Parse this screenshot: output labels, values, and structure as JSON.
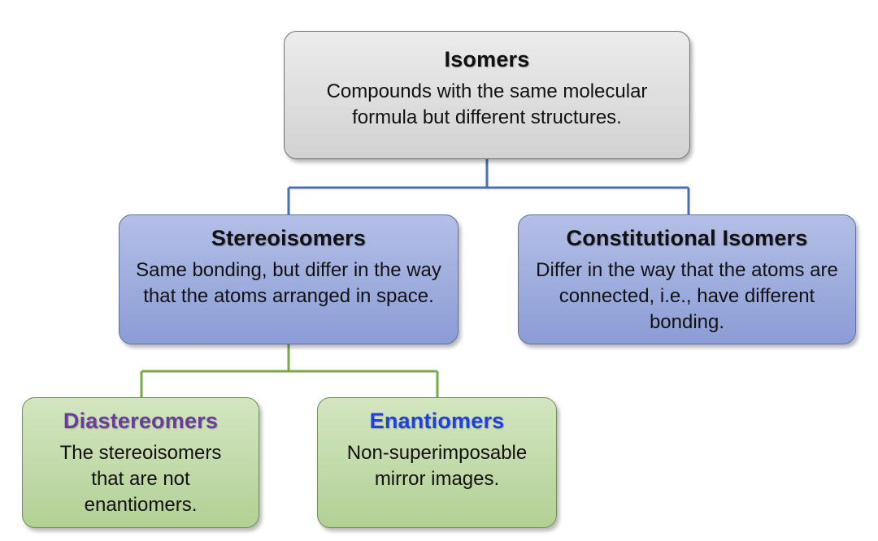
{
  "colors": {
    "root_fill": "#dcdcdc",
    "stereo_fill": "#9eaee0",
    "leaf_fill": "#c3dba9",
    "blue_connector": "#4a6db5",
    "green_connector": "#7aa84a",
    "diastereomers_title": "#6a3c9c",
    "enantiomers_title": "#1f3fe0"
  },
  "nodes": {
    "isomers": {
      "title": "Isomers",
      "desc": "Compounds with the same molecular formula but different structures."
    },
    "stereoisomers": {
      "title": "Stereoisomers",
      "desc": "Same bonding, but differ in the way that the atoms arranged in space."
    },
    "constitutional": {
      "title": "Constitutional Isomers",
      "desc": "Differ in the way that the atoms are connected, i.e., have different bonding."
    },
    "diastereomers": {
      "title": "Diastereomers",
      "desc": "The stereoisomers that are not enantiomers."
    },
    "enantiomers": {
      "title": "Enantiomers",
      "desc": "Non-superimposable mirror images."
    }
  }
}
